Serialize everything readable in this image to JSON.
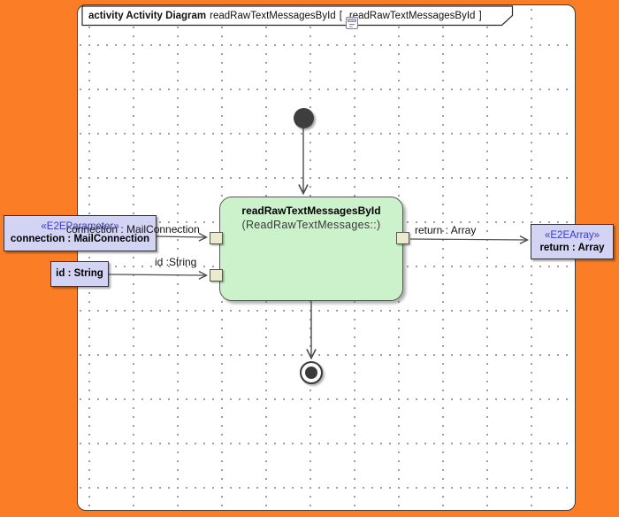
{
  "frame": {
    "title_keyword": "activity Activity Diagram",
    "title_name": "readRawTextMessagesById",
    "bracket_open": "[",
    "ref_name": "readRawTextMessagesById",
    "bracket_close": "]"
  },
  "nodes": {
    "action": {
      "name": "readRawTextMessagesById",
      "behavior": "(ReadRawTextMessages::)"
    },
    "param_connection": {
      "stereotype": "«E2EParameter»",
      "name": "connection : MailConnection"
    },
    "param_id": {
      "name": "id : String"
    },
    "param_return": {
      "stereotype": "«E2EArray»",
      "name": "return : Array"
    }
  },
  "edge_labels": {
    "connection": "connection : MailConnection",
    "id": "id :String",
    "return": "return : Array"
  },
  "colors": {
    "background_orange": "#fb7e27",
    "canvas_white": "#ffffff",
    "canvas_border": "#3f3f3f",
    "action_fill": "#ccf2cc",
    "object_fill": "#d3d3f4",
    "pin_fill": "#eaeacd",
    "stereotype_blue": "#3b3bc4",
    "edge_gray": "#4d4d4d",
    "grid_dot": "#9a9a9a"
  }
}
